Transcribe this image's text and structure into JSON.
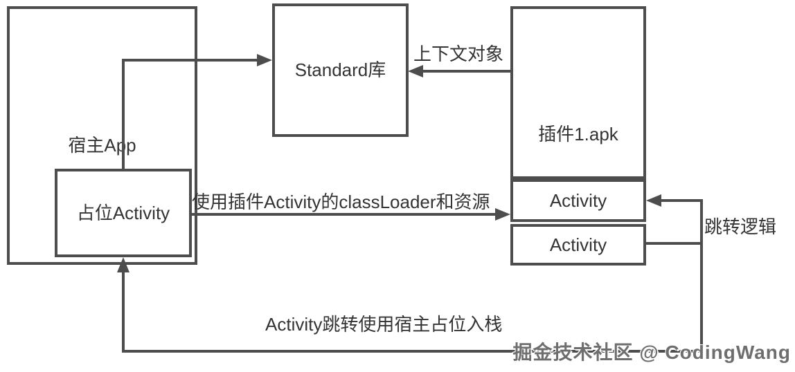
{
  "diagram": {
    "colors": {
      "line": "#4d4d4d",
      "text": "#333333",
      "background": "#ffffff",
      "watermark": "#6e6e6e"
    },
    "nodes": {
      "host_app": {
        "label": "宿主App"
      },
      "placeholder_activity": {
        "label": "占位Activity"
      },
      "standard_lib": {
        "label": "Standard库"
      },
      "plugin_apk": {
        "label": "插件1.apk"
      },
      "plugin_activity_1": {
        "label": "Activity"
      },
      "plugin_activity_2": {
        "label": "Activity"
      }
    },
    "edges": {
      "context_object": {
        "label": "上下文对象"
      },
      "use_classloader": {
        "label": "使用插件Activity的classLoader和资源"
      },
      "jump_logic": {
        "label": "跳转逻辑"
      },
      "stack_note": {
        "label": "Activity跳转使用宿主占位入栈"
      }
    },
    "watermark": "掘金技术社区 @ CodingWang"
  }
}
